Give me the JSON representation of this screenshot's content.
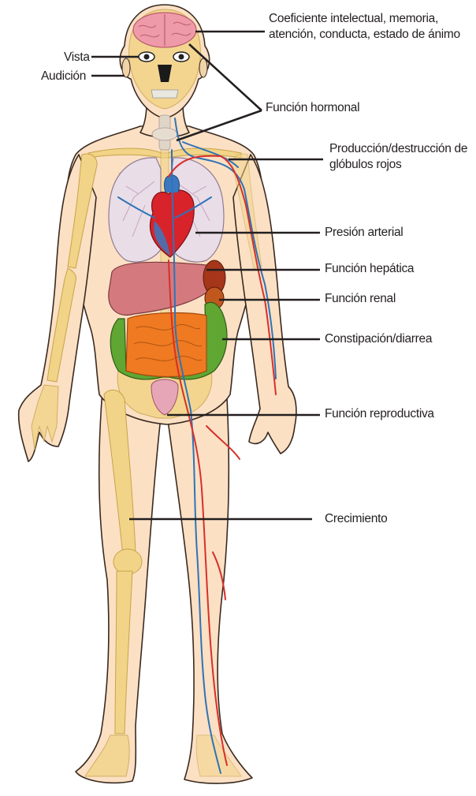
{
  "labels": {
    "cognitive": "Coeficiente intelectual, memoria, atención, conducta, estado de ánimo",
    "vision": "Vista",
    "hearing": "Audición",
    "hormonal": "Función hormonal",
    "blood": "Producción/destrucción de glóbulos rojos",
    "blood_pressure": "Presión arterial",
    "liver": "Función hepática",
    "kidney": "Función renal",
    "gut": "Constipación/diarrea",
    "reproductive": "Función reproductiva",
    "growth": "Crecimiento"
  },
  "colors": {
    "skin": "#fbe0c4",
    "skin_outline": "#3a2a20",
    "bone": "#f2d488",
    "brain": "#ef9aa8",
    "lungs": "#e9dde8",
    "heart": "#d8232a",
    "artery": "#d6302b",
    "vein": "#2f73b8",
    "liver": "#d47a7f",
    "intestine_small": "#ef7a21",
    "intestine_large": "#5fa632",
    "gallbladder": "#6cc38a",
    "bladder": "#e7a6b8",
    "leader_line": "#231f20"
  }
}
